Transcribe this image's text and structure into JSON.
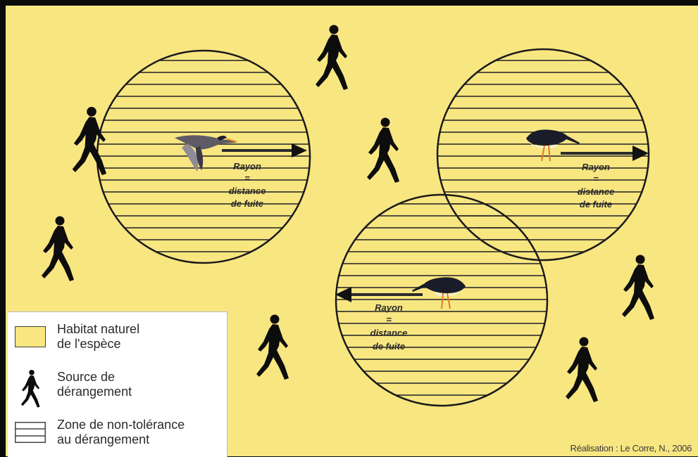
{
  "colors": {
    "habitat": "#f8e681",
    "frame": "#0b0b0b",
    "hatch": "#2b2b2b",
    "silhouette": "#0d0d0d",
    "bird_body": "#1a1c2a",
    "bird_leg": "#e07a22"
  },
  "zones": [
    {
      "id": "zone-1",
      "label_line1": "Rayon",
      "label_line2": "=",
      "label_line3": "distance",
      "label_line4": "de fuite",
      "arrow_direction": "right",
      "bird": "flying oystercatcher"
    },
    {
      "id": "zone-2",
      "label_line1": "Rayon",
      "label_line2": "=",
      "label_line3": "distance",
      "label_line4": "de fuite",
      "arrow_direction": "right",
      "bird": "oystercatcher"
    },
    {
      "id": "zone-3",
      "label_line1": "Rayon",
      "label_line2": "=",
      "label_line3": "distance",
      "label_line4": "de fuite",
      "arrow_direction": "left",
      "bird": "oystercatcher"
    }
  ],
  "walkers_icon": "walking-person-icon",
  "legend": {
    "habitat": "Habitat naturel\nde l'espèce",
    "source": "Source de\ndérangement",
    "zone": "Zone de non-tolérance\nau dérangement"
  },
  "credit": "Réalisation : Le Corre, N., 2006"
}
